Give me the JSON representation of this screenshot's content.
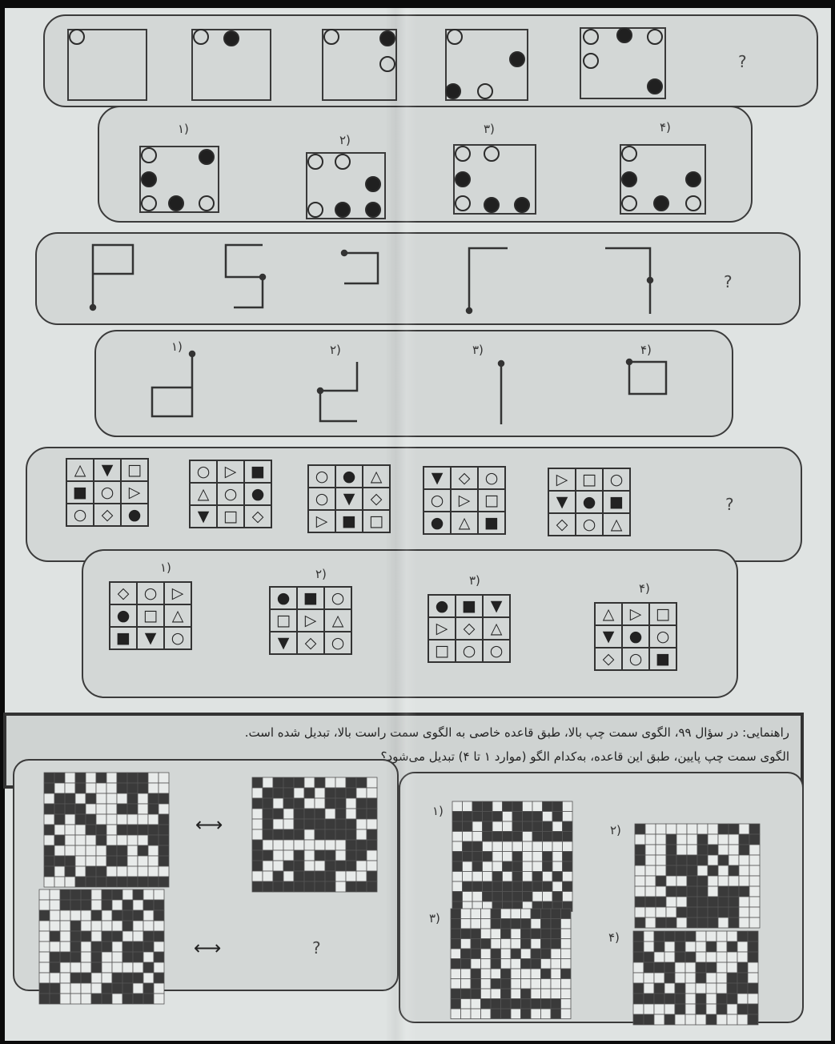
{
  "question": "?",
  "option_labels": [
    "۱)",
    "۲)",
    "۳)",
    "۴)"
  ],
  "q1": {
    "options_title": "options"
  },
  "q2": {},
  "q3": {
    "rows": [
      [
        [
          "△",
          "▼",
          "□"
        ],
        [
          "■",
          "○",
          "▷"
        ],
        [
          "○",
          "◇",
          "●"
        ]
      ],
      [
        [
          "○",
          "▷",
          "■"
        ],
        [
          "△",
          "○",
          "●"
        ],
        [
          "▼",
          "□",
          "◇"
        ]
      ],
      [
        [
          "○",
          "●",
          "△"
        ],
        [
          "○",
          "▼",
          "◇"
        ],
        [
          "▷",
          "■",
          "□"
        ]
      ],
      [
        [
          "▼",
          "◇",
          "○"
        ],
        [
          "○",
          "▷",
          "□"
        ],
        [
          "●",
          "△",
          "■"
        ]
      ],
      [
        [
          "▷",
          "□",
          "○"
        ],
        [
          "▼",
          "●",
          "■"
        ],
        [
          "◇",
          "○",
          "△"
        ]
      ]
    ],
    "options": [
      [
        [
          "◇",
          "○",
          "▷"
        ],
        [
          "●",
          "□",
          "△"
        ],
        [
          "■",
          "▼",
          "○"
        ]
      ],
      [
        [
          "●",
          "■",
          "○"
        ],
        [
          "□",
          "▷",
          "△"
        ],
        [
          "▼",
          "◇",
          "○"
        ]
      ],
      [
        [
          "●",
          "■",
          "▼"
        ],
        [
          "▷",
          "◇",
          "△"
        ],
        [
          "□",
          "○",
          "○"
        ]
      ],
      [
        [
          "△",
          "▷",
          "□"
        ],
        [
          "▼",
          "●",
          "○"
        ],
        [
          "◇",
          "○",
          "■"
        ]
      ]
    ]
  },
  "note": {
    "line1": "راهنمایی: در سؤال ۹۹، الگوی سمت چپ بالا، طبق قاعده خاصی به الگوی سمت راست بالا، تبدیل شده است.",
    "line2": "الگوی سمت چپ پایین، طبق این قاعده، به‌کدام الگو (موارد ۱ تا ۴) تبدیل می‌شود؟"
  },
  "q4": {
    "arrow": "⟷"
  }
}
